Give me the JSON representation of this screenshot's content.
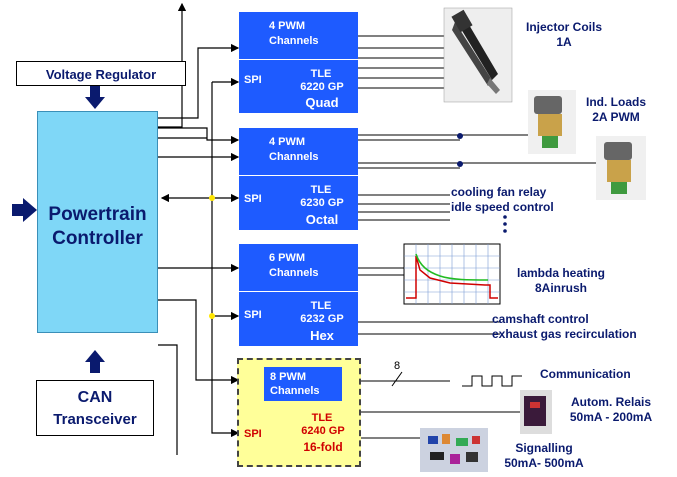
{
  "voltage_regulator": "Voltage Regulator",
  "powertrain": {
    "line1": "Powertrain",
    "line2": "Controller"
  },
  "can": {
    "line1": "CAN",
    "line2": "Transceiver"
  },
  "chips": [
    {
      "pwm_l1": "4 PWM",
      "pwm_l2": "Channels",
      "spi": "SPI",
      "tle": "TLE",
      "part": "6220 GP",
      "kind": "Quad"
    },
    {
      "pwm_l1": "4 PWM",
      "pwm_l2": "Channels",
      "spi": "SPI",
      "tle": "TLE",
      "part": "6230 GP",
      "kind": "Octal"
    },
    {
      "pwm_l1": "6 PWM",
      "pwm_l2": "Channels",
      "spi": "SPI",
      "tle": "TLE",
      "part": "6232 GP",
      "kind": "Hex"
    },
    {
      "pwm_l1": "8 PWM",
      "pwm_l2": "Channels",
      "spi": "SPI",
      "tle": "TLE",
      "part": "6240 GP",
      "kind": "16-fold"
    }
  ],
  "loads": {
    "injector_l1": "Injector Coils",
    "injector_l2": "1A",
    "ind_l1": "Ind. Loads",
    "ind_l2": "2A PWM",
    "cooling_fan": "cooling fan relay",
    "idle_speed": "idle speed control",
    "lambda_l1": "lambda heating",
    "lambda_l2": "8Ainrush",
    "camshaft": "camshaft control",
    "exhaust": "exhaust gas recirculation",
    "communication": "Communication",
    "bus_width": "8",
    "relais_l1": "Autom. Relais",
    "relais_l2": "50mA - 200mA",
    "signal_l1": "Signalling",
    "signal_l2": "50mA- 500mA"
  },
  "colors": {
    "chip_blue": "#1e5bff",
    "controller_blue": "#7fd7f7",
    "navy": "#0a1a6e",
    "yellow": "#ffff99",
    "red": "#d00000"
  }
}
